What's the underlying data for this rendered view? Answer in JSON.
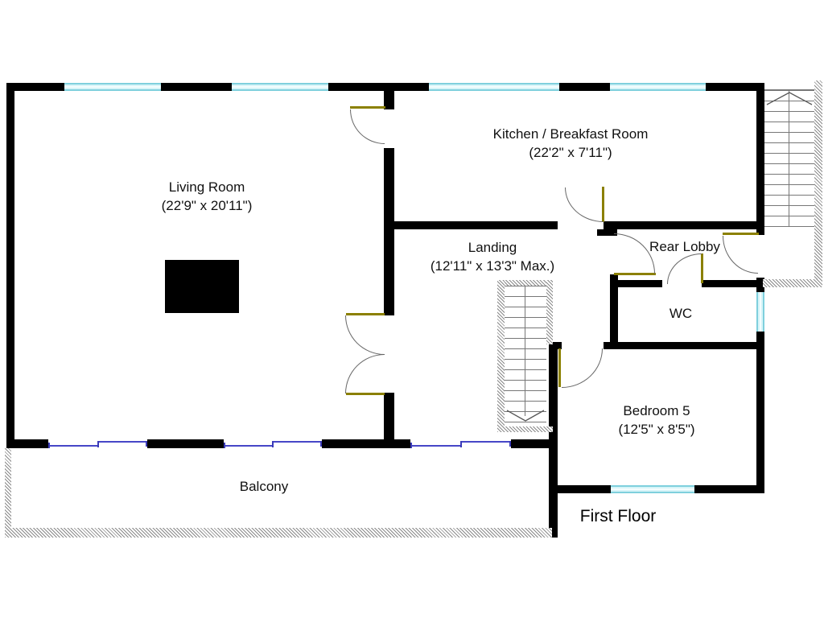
{
  "plan": {
    "floor_label": "First Floor",
    "rooms": {
      "living_room": {
        "name": "Living Room",
        "dims": "(22'9\" x 20'11\")"
      },
      "kitchen": {
        "name": "Kitchen / Breakfast Room",
        "dims": "(22'2\" x 7'11\")"
      },
      "landing": {
        "name": "Landing",
        "dims": "(12'11\" x 13'3\" Max.)"
      },
      "rear_lobby": {
        "name": "Rear Lobby"
      },
      "wc": {
        "name": "WC"
      },
      "bedroom_5": {
        "name": "Bedroom 5",
        "dims": "(12'5\" x 8'5\")"
      },
      "balcony": {
        "name": "Balcony"
      }
    },
    "stairs": {
      "internal": {
        "direction": "down",
        "icon": "stairs-down-arrow-icon"
      },
      "external": {
        "direction": "up",
        "icon": "stairs-up-arrow-icon"
      }
    },
    "colors": {
      "wall": "#000000",
      "window": "#d6f4f8",
      "window_edge": "#7fd0dd",
      "door_panel": "#8b8000",
      "door_swing": "#666666",
      "sliding_door": "#4747c7",
      "hatch": "#8a8a8a"
    }
  }
}
